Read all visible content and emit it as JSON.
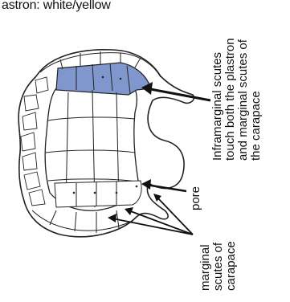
{
  "caption": "astron: white/yellow",
  "labels": {
    "inframarginal": [
      "Inframarginal scutes",
      "touch both the plastron",
      "and marginal scutes of",
      "the carapace"
    ],
    "pore": "pore",
    "marginal": [
      "marginal",
      "scutes of",
      "carapace"
    ]
  },
  "colors": {
    "highlight": "#7f97cc",
    "outline": "#222222",
    "background": "#ffffff"
  }
}
